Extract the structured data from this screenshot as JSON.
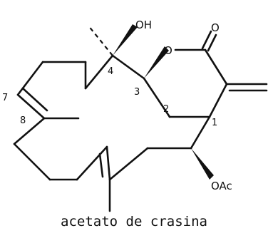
{
  "structure": {
    "atom_labels": {
      "hydroxyl": "OH",
      "ring_oxygen": "O",
      "carbonyl_oxygen": "O",
      "acetate": "OAc",
      "c1": "1",
      "c2": "2",
      "c3": "3",
      "c4": "4",
      "c7": "7",
      "c8": "8"
    }
  },
  "caption": "acetato de crasina"
}
